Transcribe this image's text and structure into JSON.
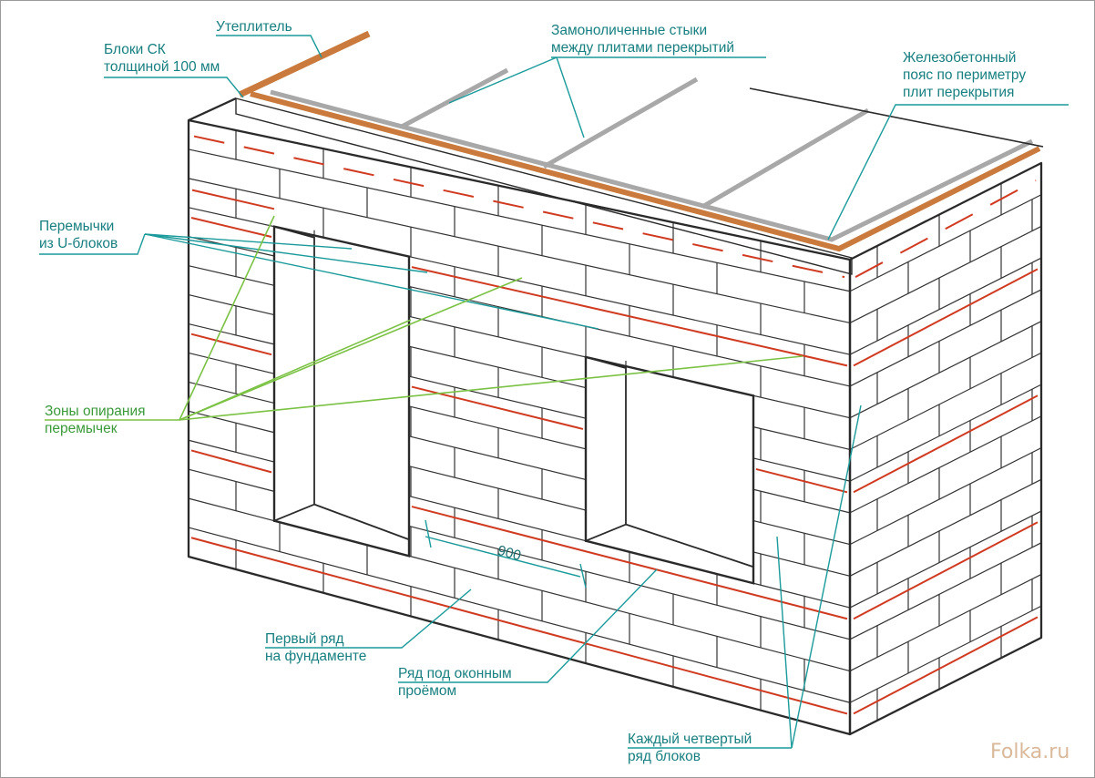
{
  "diagram": {
    "watermark": "Folka.ru",
    "dimension": "900",
    "colors": {
      "leader": "#1a9a9a",
      "label_teal": "#177f7f",
      "label_green": "#3a9a3a",
      "zone_line": "#7bc244",
      "reinforcement": "#d03a20",
      "insulation": "#c97a3c",
      "slab_joint": "#a8a8a8",
      "outline": "#2a2a2a",
      "watermark": "#d9b99a"
    },
    "labels": {
      "insulation": [
        "Утеплитель"
      ],
      "blocks": [
        "Блоки СК",
        "толщиной 100 мм"
      ],
      "slab_joints": [
        "Замоноличенные стыки",
        "между плитами перекрытий"
      ],
      "ring_beam": [
        "Железобетонный",
        "пояс по периметру",
        "плит перекрытия"
      ],
      "lintels": [
        "Перемычки",
        "из U-блоков"
      ],
      "support_zones": [
        "Зоны опирания",
        "перемычек"
      ],
      "first_row": [
        "Первый ряд",
        "на фундаменте"
      ],
      "window_row": [
        "Ряд под оконным",
        "проёмом"
      ],
      "every_fourth": [
        "Каждый четвертый",
        "ряд блоков"
      ]
    }
  }
}
